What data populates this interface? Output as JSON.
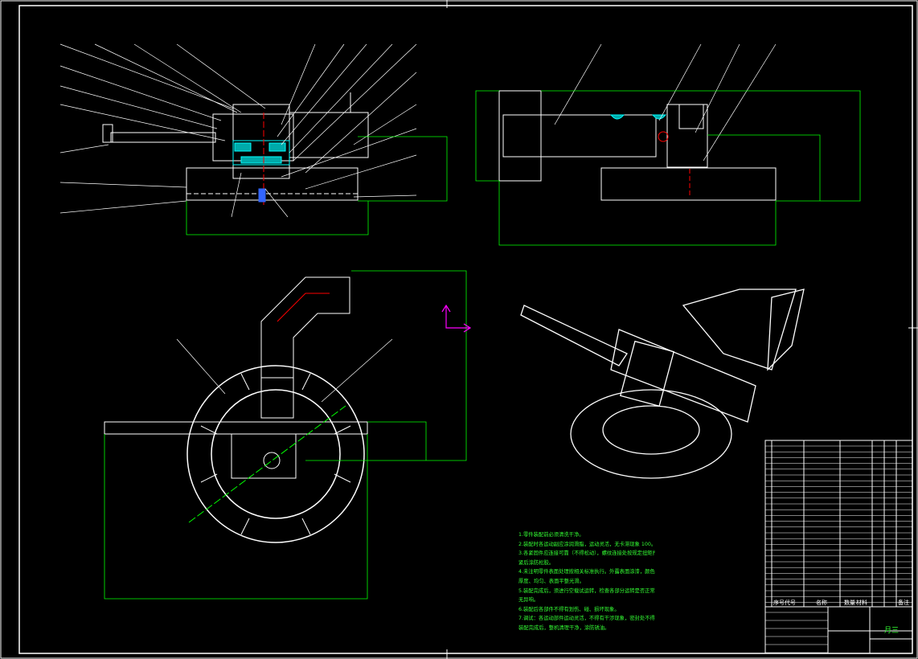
{
  "drawing": {
    "background": "#000000",
    "line_color": "#ffffff",
    "dimension_color": "#00ff00",
    "section_color": "#00ffff",
    "center_color": "#ff0000",
    "ucs_color": "#ff00ff"
  },
  "notes": [
    "1.零件装配前必须清洗干净。",
    "2.装配时各运动副应涂润滑脂，运动灵活，无卡滞现象 100。",
    "3.各紧固件应连接可靠（不得松动），螺纹连接处按规定扭矩拧",
    "紧后涂防松胶。",
    "4.未注明零件表面处理按相关标准执行。外露表面涂漆，颜色、",
    "厚度、均匀、表面平整光滑。",
    "5.装配完成后，须进行空载试运转，检查各部分运转是否正常",
    "无异响。",
    "6.装配后各部件不得有划伤、碰、损坏现象。",
    "7.调试：各运动部件运动灵活，不得有干涉现象，密封处不得渗漏。",
    "装配完成后，整机清理干净，涂防锈油。"
  ],
  "title_block": {
    "headers": [
      "序号",
      "代号",
      "名称",
      "数量",
      "材料",
      "备注"
    ],
    "drawing_name": "月三"
  }
}
